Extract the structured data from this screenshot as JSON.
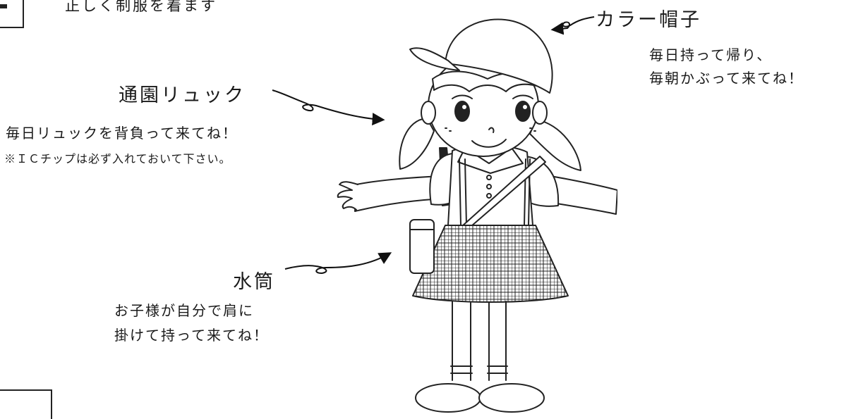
{
  "header": {
    "text": "正しく制服を着ます"
  },
  "labels": {
    "hat": {
      "title": "カラー帽子",
      "lines": [
        "毎日持って帰り、",
        "毎朝かぶって来てね！"
      ]
    },
    "backpack": {
      "title": "通園リュック",
      "line1": "毎日リュックを背負って来てね！",
      "line2": "※ＩＣチップは必ず入れておいて下さい。"
    },
    "bottle": {
      "title": "水筒",
      "lines": [
        "お子様が自分で肩に",
        "掛けて持って来てね！"
      ]
    }
  },
  "illustration": {
    "subject": "girl-in-kindergarten-uniform"
  }
}
